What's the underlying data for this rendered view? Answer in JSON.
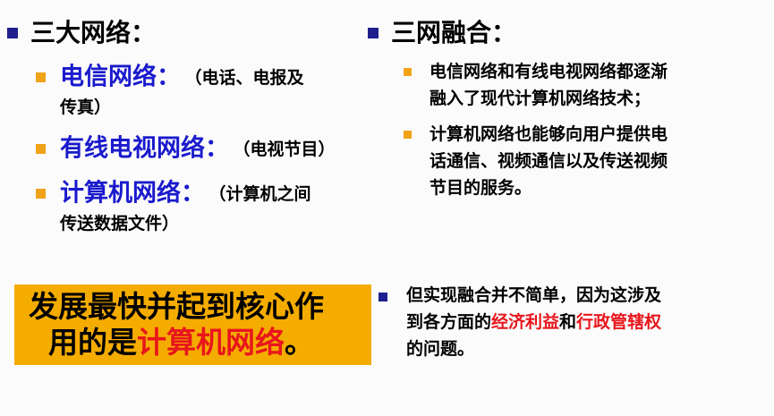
{
  "left": {
    "heading": "三大网络：",
    "items": [
      {
        "title": "电信网络：",
        "note_line1": "（电话、电报及",
        "note_line2": "传真）"
      },
      {
        "title": "有线电视网络：",
        "note_line1": "（电视节目）"
      },
      {
        "title": "计算机网络：",
        "note_line1": "（计算机之间",
        "note_line2": "传送数据文件）"
      }
    ]
  },
  "right": {
    "heading": "三网融合：",
    "points": [
      {
        "line1": "电信网络和有线电视网络都逐渐",
        "line2": "融入了现代计算机网络技术；"
      },
      {
        "line1": "计算机网络也能够向用户提供电",
        "line2": "话通信、视频通信以及传送视频",
        "line3": "节目的服务。"
      }
    ]
  },
  "callout": {
    "line1": "发展最快并起到核心作",
    "line2_prefix": "用的是",
    "line2_highlight": "计算机网络",
    "line2_suffix": "。"
  },
  "bottom_right": {
    "line1": "但实现融合并不简单，因为这涉及",
    "line2_prefix": "到各方面的",
    "line2_red1": "经济利益",
    "line2_mid": "和",
    "line2_red2": "行政管辖权",
    "line3": "的问题。"
  },
  "colors": {
    "bullet_navy": "#1f1f8f",
    "bullet_orange": "#f0a218",
    "title_blue": "#1a1acd",
    "highlight_red": "#e8161c",
    "callout_yellow": "#f5ac00"
  }
}
